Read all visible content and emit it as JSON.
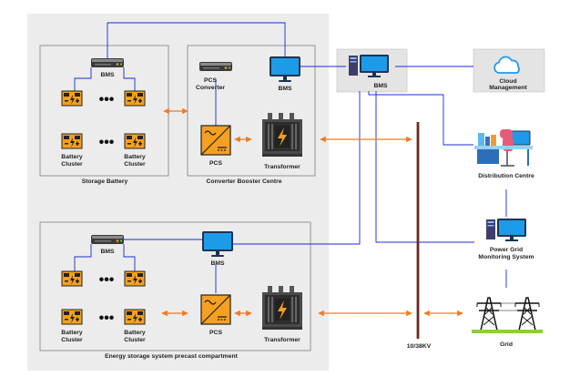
{
  "labels": {
    "bms": "BMS",
    "battery_cluster_line1": "Battery",
    "battery_cluster_line2": "Cluster",
    "dots": "•••",
    "pcs_converter_line1": "PCS",
    "pcs_converter_line2": "Converter",
    "pcs": "PCS",
    "transformer": "Transformer",
    "storage_battery": "Storage Battery",
    "converter_booster_centre": "Converter Booster Centre",
    "energy_storage_compartment": "Energy storage system precast compartment",
    "cloud_line1": "Cloud",
    "cloud_line2": "Management",
    "distribution_centre": "Distribution Centre",
    "monitoring_line1": "Power Grid",
    "monitoring_line2": "Monitoring System",
    "grid": "Grid",
    "voltage": "10/38KV"
  },
  "colors": {
    "link_blue": "#1a2ccf",
    "arrow_orange": "#f07a22",
    "battery_orange": "#f5a020",
    "busbar": "#6b2a1e",
    "panel_gray": "#ececec",
    "box_stroke": "#8a8a8a",
    "grid_green": "#8ccf3a"
  },
  "icons": [
    "bms-device-icon",
    "battery-cluster-icon",
    "pcs-converter-icon",
    "pcs-inverter-icon",
    "transformer-icon",
    "monitor-icon",
    "workstation-icon",
    "cloud-icon",
    "office-desk-icon",
    "power-tower-icon"
  ]
}
